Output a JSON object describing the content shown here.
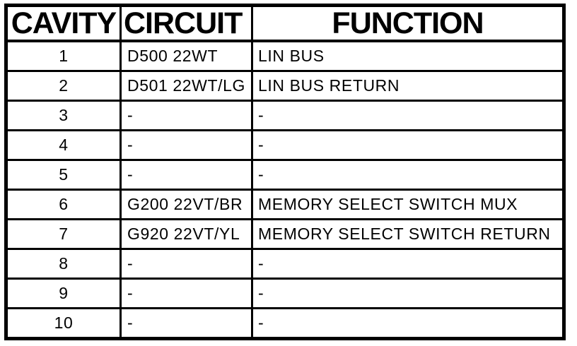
{
  "colors": {
    "background": "#ffffff",
    "line": "#000000",
    "text": "#000000"
  },
  "table": {
    "headers": [
      "CAVITY",
      "CIRCUIT",
      "FUNCTION"
    ],
    "rows": [
      {
        "cavity": "1",
        "circuit": "D500 22WT",
        "function": "LIN BUS"
      },
      {
        "cavity": "2",
        "circuit": "D501 22WT/LG",
        "function": "LIN BUS RETURN"
      },
      {
        "cavity": "3",
        "circuit": "-",
        "function": "-"
      },
      {
        "cavity": "4",
        "circuit": "-",
        "function": "-"
      },
      {
        "cavity": "5",
        "circuit": "-",
        "function": "-"
      },
      {
        "cavity": "6",
        "circuit": "G200 22VT/BR",
        "function": "MEMORY SELECT SWITCH MUX"
      },
      {
        "cavity": "7",
        "circuit": "G920 22VT/YL",
        "function": "MEMORY SELECT SWITCH RETURN"
      },
      {
        "cavity": "8",
        "circuit": "-",
        "function": "-"
      },
      {
        "cavity": "9",
        "circuit": "-",
        "function": "-"
      },
      {
        "cavity": "10",
        "circuit": "-",
        "function": "-"
      }
    ]
  }
}
